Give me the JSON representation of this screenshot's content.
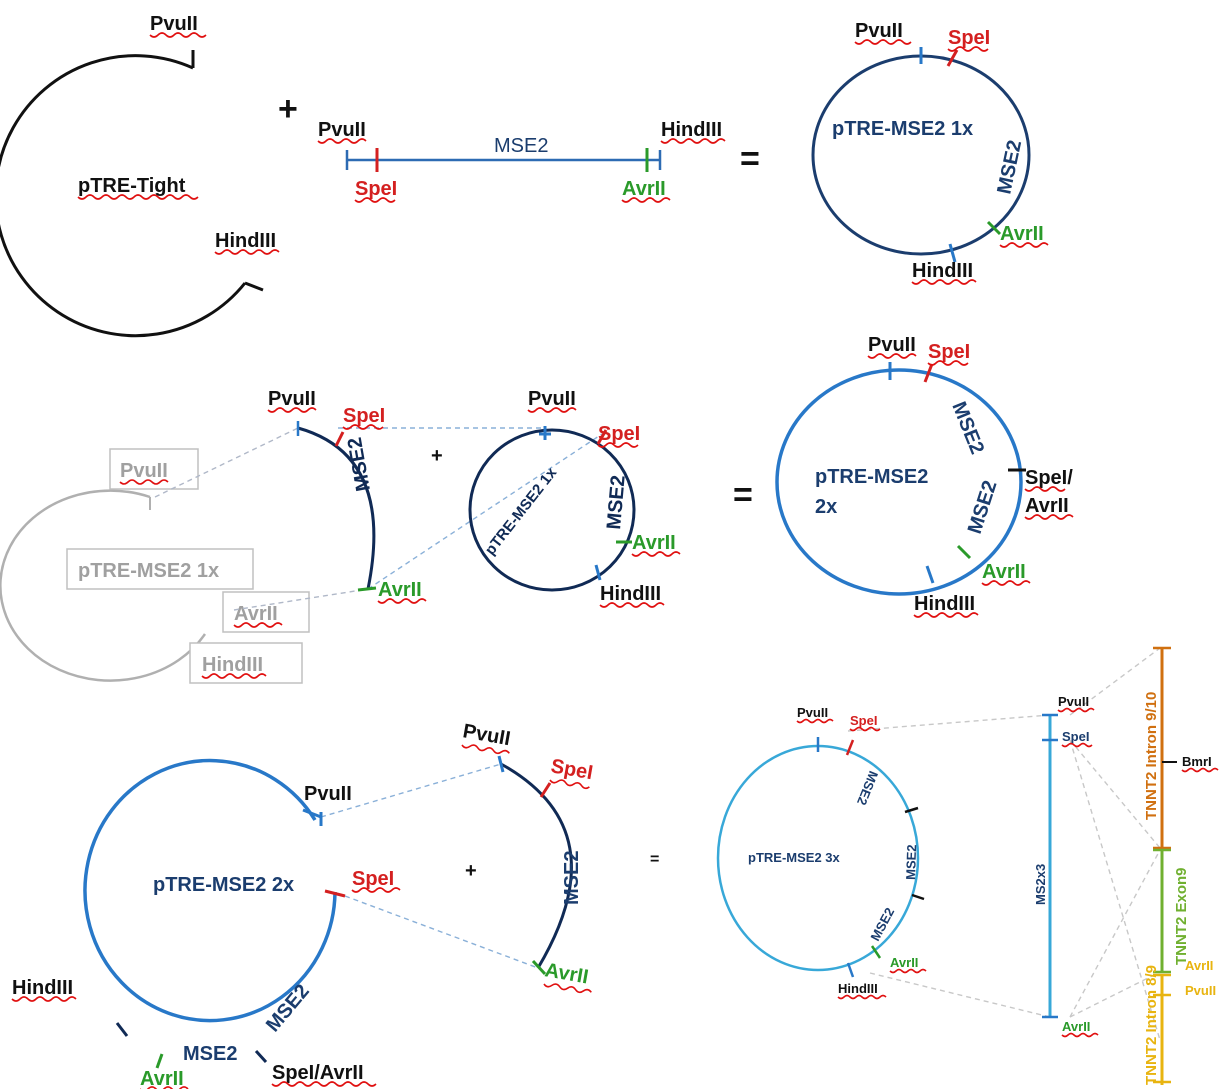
{
  "colors": {
    "black": "#111111",
    "navy": "#1b3d6e",
    "dark_navy": "#102a55",
    "blue": "#2878c8",
    "light_blue": "#38a8d8",
    "red": "#d42020",
    "green": "#2a9a2a",
    "gray": "#aaaaaa",
    "dashed": "#8ab0d8",
    "orange": "#d07010",
    "lime": "#70b030",
    "gold": "#e8b410"
  },
  "row1": {
    "vector_name": "pTRE-Tight",
    "pvuii": "PvuII",
    "hindiii": "HindIII",
    "plus": "+",
    "insert_pvuii": "PvuII",
    "insert_name": "MSE2",
    "insert_hindiii": "HindIII",
    "insert_spei": "SpeI",
    "insert_avrii": "AvrII",
    "equals": "=",
    "result_name": "pTRE-MSE2 1x",
    "result_pvuii": "PvuII",
    "result_spei": "SpeI",
    "result_mse2": "MSE2",
    "result_avrii": "AvrII",
    "result_hindiii": "HindIII"
  },
  "row2": {
    "ghost_pvuii": "PvuII",
    "ghost_name": "pTRE-MSE2 1x",
    "ghost_avrii": "AvrII",
    "ghost_hindiii": "HindIII",
    "frag_pvuii": "PvuII",
    "frag_spei": "SpeI",
    "frag_mse2": "MSE2",
    "frag_avrii": "AvrII",
    "plus": "+",
    "circ_pvuii": "PvuII",
    "circ_spei": "SpeI",
    "circ_name": "pTRE-MSE2 1x",
    "circ_mse2": "MSE2",
    "circ_avrii": "AvrII",
    "circ_hindiii": "HindIII",
    "equals": "=",
    "result_pvuii": "PvuII",
    "result_spei": "SpeI",
    "result_name_1": "pTRE-MSE2",
    "result_name_2": "2x",
    "result_mse2_a": "MSE2",
    "result_spei_avrii_1": "SpeI/",
    "result_spei_avrii_2": "AvrII",
    "result_mse2_b": "MSE2",
    "result_avrii": "AvrII",
    "result_hindiii": "HindIII"
  },
  "row3": {
    "vec_pvuii": "PvuII",
    "vec_spei": "SpeI",
    "vec_name": "pTRE-MSE2 2x",
    "vec_mse2_a": "MSE2",
    "vec_mse2_b": "MSE2",
    "vec_hindiii": "HindIII",
    "vec_avrii": "AvrII",
    "vec_spei_avrii": "SpeI/AvrII",
    "frag_pvuii": "PvuII",
    "frag_spei": "SpeI",
    "frag_mse2": "MSE2",
    "frag_avrii": "AvrII",
    "plus": "+",
    "equals": "=",
    "res_pvuii": "PvuII",
    "res_spei": "SpeI",
    "res_name": "pTRE-MSE2 3x",
    "res_mse2_a": "MSE2",
    "res_mse2_b": "MSE2",
    "res_mse2_c": "MSE2",
    "res_avrii": "AvrII",
    "res_hindiii": "HindIII",
    "bar_pvuii": "PvuII",
    "bar_spei": "SpeI",
    "bar_name": "MS2x3",
    "bar_avrii": "AvrII",
    "tnnt_intron910": "TNNT2 Intron 9/10",
    "tnnt_bmri": "BmrI",
    "tnnt_exon9": "TNNT2 Exon9",
    "tnnt_avrii": "AvrII",
    "tnnt_pvuii": "PvuII",
    "tnnt_intron89": "TNNT2 Intron 8/9"
  }
}
